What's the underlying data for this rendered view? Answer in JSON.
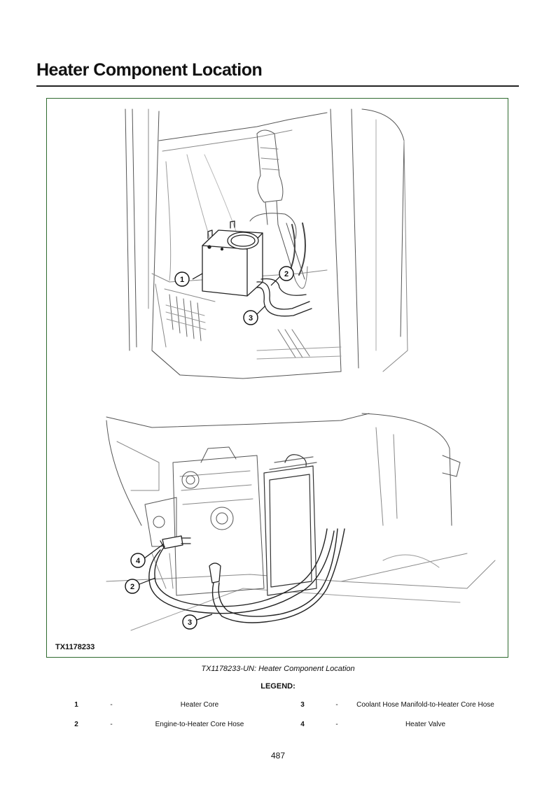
{
  "page": {
    "title": "Heater Component Location",
    "page_number": "487"
  },
  "figure": {
    "id_label": "TX1178233",
    "callouts": [
      "1",
      "2",
      "3",
      "2",
      "3",
      "4"
    ]
  },
  "caption": "TX1178233-UN: Heater Component Location",
  "legend": {
    "title": "LEGEND:",
    "entries": [
      {
        "num": "1",
        "dash": "-",
        "label": "Heater Core"
      },
      {
        "num": "2",
        "dash": "-",
        "label": "Engine-to-Heater Core Hose"
      },
      {
        "num": "3",
        "dash": "-",
        "label": "Coolant Hose Manifold-to-Heater Core Hose"
      },
      {
        "num": "4",
        "dash": "-",
        "label": "Heater Valve"
      }
    ]
  }
}
